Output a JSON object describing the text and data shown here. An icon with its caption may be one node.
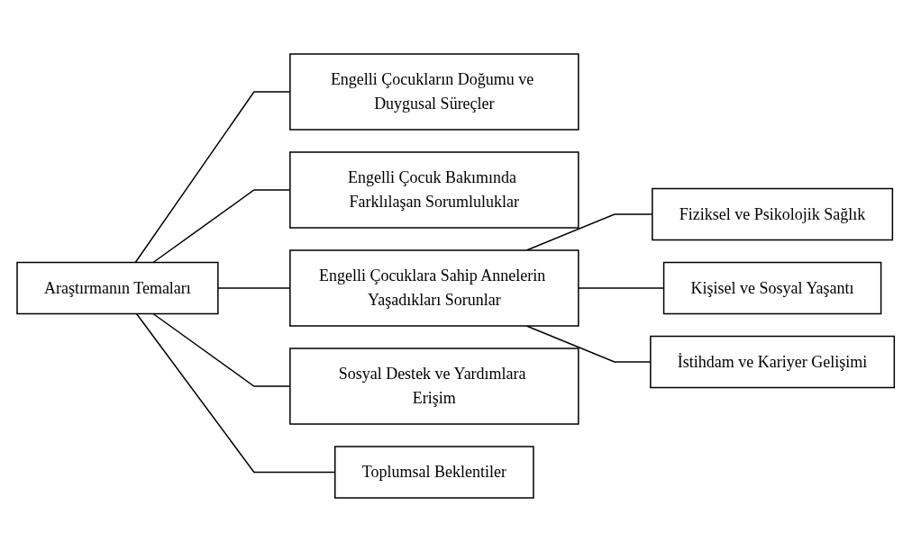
{
  "diagram": {
    "nodes": [
      {
        "text": [
          "Araştırmanın Temaları"
        ]
      },
      {
        "text": [
          "Engelli Çocukların Doğumu ve Duygusal Süreçler"
        ]
      },
      {
        "text": [
          "Engelli Çocuk Bakımında Farklılaşan Sorumluluklar"
        ]
      },
      {
        "text": [
          "Engelli Çocuklara Sahip Annelerin Yaşadıkları Sorunlar"
        ]
      },
      {
        "text": [
          "Sosyal Destek ve Yardımlara Erişim"
        ]
      },
      {
        "text": [
          "Toplumsal Beklentiler"
        ]
      },
      {
        "text": [
          "Fiziksel ve Psikolojik Sağlık"
        ]
      },
      {
        "text": [
          "Kişisel ve Sosyal Yaşantı"
        ]
      },
      {
        "text": [
          "İstihdam ve Kariyer Gelişimi"
        ]
      }
    ],
    "edges": [
      {
        "from": 0,
        "to": 1,
        "arrow": "none"
      },
      {
        "from": 0,
        "to": 2,
        "arrow": "none"
      },
      {
        "from": 0,
        "to": 3,
        "arrow": "none"
      },
      {
        "from": 0,
        "to": 4,
        "arrow": "none"
      },
      {
        "from": 0,
        "to": 5,
        "arrow": "none"
      },
      {
        "from": 3,
        "to": 6,
        "arrow": "none"
      },
      {
        "from": 3,
        "to": 7,
        "arrow": "none"
      },
      {
        "from": 3,
        "to": 8,
        "arrow": "none"
      }
    ]
  }
}
